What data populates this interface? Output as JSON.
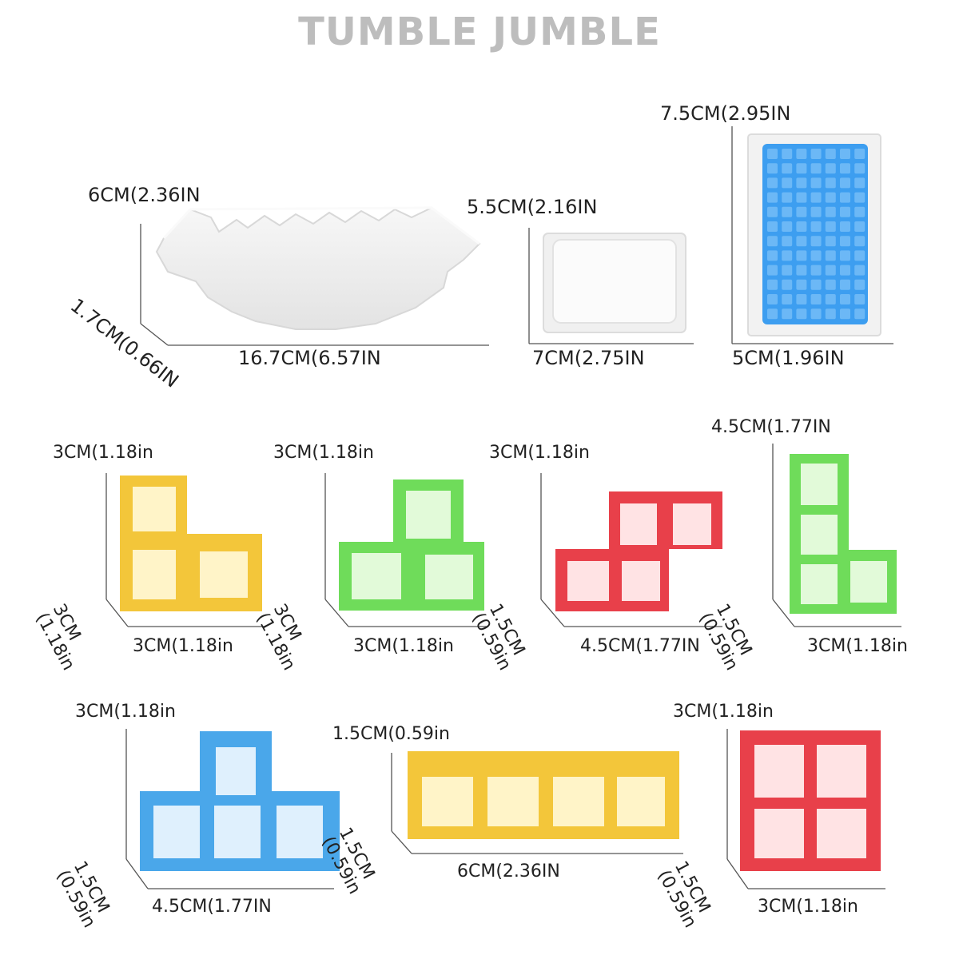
{
  "title": "TUMBLE JUMBLE",
  "base": {
    "height": "6CM(2.36IN",
    "depth": "1.7CM(0.66IN",
    "width": "16.7CM(6.57IN"
  },
  "white_tray": {
    "height": "5.5CM(2.16IN",
    "width": "7CM(2.75IN"
  },
  "blue_plate": {
    "height": "7.5CM(2.95IN",
    "width": "5CM(1.96IN"
  },
  "pieces": [
    {
      "name": "yellow-l",
      "height": "3CM(1.18in",
      "depth": "3CM (1.18in",
      "width": "3CM(1.18in"
    },
    {
      "name": "green-s",
      "height": "3CM(1.18in",
      "depth": "3CM (1.18in",
      "width": "3CM(1.18in"
    },
    {
      "name": "red-z",
      "height": "3CM(1.18in",
      "depth": "1.5CM (0.59in",
      "width": "4.5CM(1.77IN"
    },
    {
      "name": "green-l",
      "height": "4.5CM(1.77IN",
      "depth": "1.5CM (0.59in",
      "width": "3CM(1.18in"
    },
    {
      "name": "blue-t",
      "height": "3CM(1.18in",
      "depth": "1.5CM (0.59in",
      "width": "4.5CM(1.77IN"
    },
    {
      "name": "yellow-i",
      "height": "1.5CM(0.59in",
      "depth": "1.5CM (0.59in",
      "width": "6CM(2.36IN"
    },
    {
      "name": "red-o",
      "height": "3CM(1.18in",
      "depth": "1.5CM (0.59in",
      "width": "3CM(1.18in"
    }
  ],
  "colors": {
    "title": "#bdbdbd",
    "yellow": "#f3c63a",
    "green": "#6fdc5a",
    "red": "#e8404a",
    "blue": "#4aa7ea",
    "white_piece": "#eeeeee",
    "plate_blue": "#3d9ef0"
  }
}
